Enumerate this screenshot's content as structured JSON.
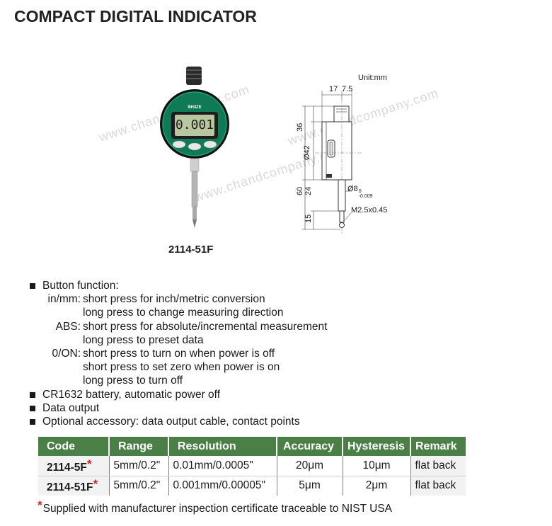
{
  "title": "COMPACT DIGITAL INDICATOR",
  "product_photo": {
    "brand_badge": "INSIZE",
    "display_value": "0.001",
    "caption": "2114-51F"
  },
  "watermarks": [
    "www.chandcompany.com",
    "www.chandcompany.com",
    "www.chandcompany.com"
  ],
  "diagram": {
    "unit": "Unit:mm",
    "dims": {
      "top_width_a": "17",
      "top_width_b": "7.5",
      "height_36": "36",
      "dia_42": "Ø42",
      "height_60": "60",
      "height_24": "24",
      "height_15": "15",
      "stem_dia": "Ø8",
      "stem_tol_upper": "0",
      "stem_tol_lower": "-0.009",
      "thread": "M2.5x0.45"
    }
  },
  "features": {
    "button_function_label": "Button function:",
    "buttons": [
      {
        "key": "in/mm:",
        "lines": [
          "short press for inch/metric conversion",
          "long press to change measuring direction"
        ]
      },
      {
        "key": "ABS:",
        "lines": [
          "short press for absolute/incremental measurement",
          "long press to preset data"
        ]
      },
      {
        "key": "0/ON:",
        "lines": [
          "short press to turn on when power is off",
          "short press to set zero when power is on",
          "long press to turn off"
        ]
      }
    ],
    "other": [
      "CR1632 battery, automatic power off",
      "Data output",
      "Optional accessory: data output cable, contact points"
    ]
  },
  "table": {
    "headers": [
      "Code",
      "Range",
      "Resolution",
      "Accuracy",
      "Hysteresis",
      "Remark"
    ],
    "rows": [
      {
        "code": "2114-5F",
        "star": "*",
        "range": "5mm/0.2\"",
        "resolution": "0.01mm/0.0005\"",
        "accuracy": "20μm",
        "hysteresis": "10μm",
        "remark": "flat back"
      },
      {
        "code": "2114-51F",
        "star": "*",
        "range": "5mm/0.2\"",
        "resolution": "0.001mm/0.00005\"",
        "accuracy": "5μm",
        "hysteresis": "2μm",
        "remark": "flat back"
      }
    ]
  },
  "footnote": {
    "star": "*",
    "text": "Supplied with manufacturer inspection certificate traceable to NIST USA"
  },
  "colors": {
    "header_green": "#4a7f45",
    "star_red": "#d42020",
    "bezel_green": "#0f7a55",
    "lcd": "#b8c7a0"
  }
}
